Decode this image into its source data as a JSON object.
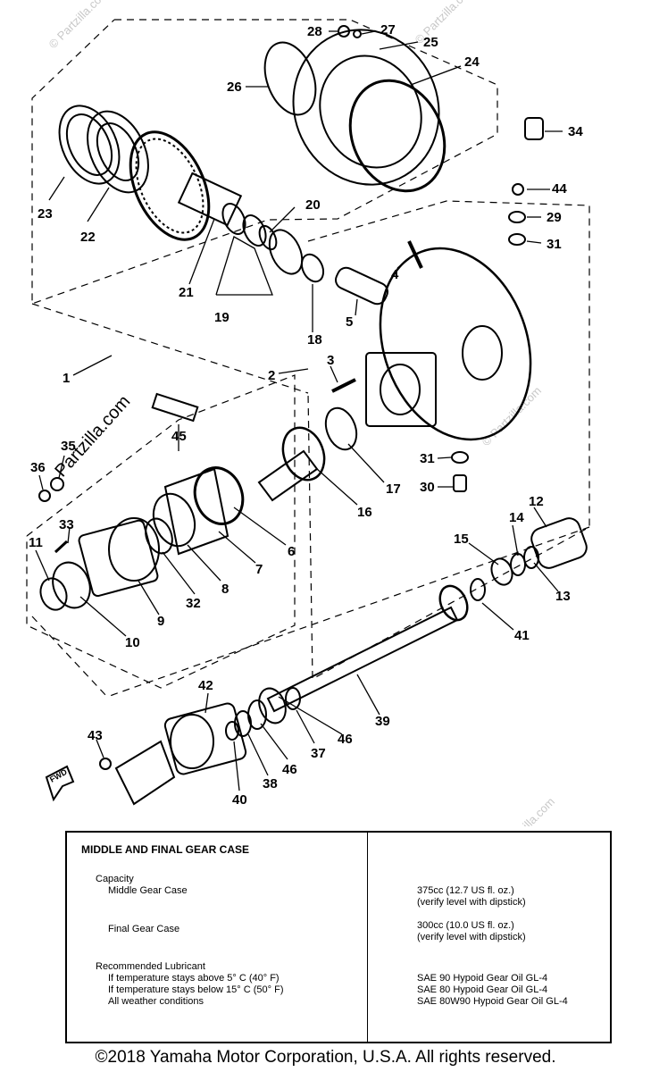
{
  "watermark": "© Partzilla.com",
  "watermark_brand": "Partzilla.com",
  "fwd_label": "FWD",
  "callouts": [
    "1",
    "2",
    "3",
    "4",
    "5",
    "6",
    "7",
    "8",
    "9",
    "10",
    "11",
    "12",
    "13",
    "14",
    "15",
    "16",
    "17",
    "18",
    "19",
    "20",
    "21",
    "22",
    "23",
    "24",
    "25",
    "26",
    "27",
    "28",
    "29",
    "30",
    "31",
    "31",
    "32",
    "33",
    "34",
    "35",
    "36",
    "37",
    "38",
    "39",
    "40",
    "41",
    "42",
    "43",
    "44",
    "45",
    "46",
    "46"
  ],
  "spec": {
    "title": "MIDDLE AND FINAL GEAR CASE",
    "capacity": "Capacity",
    "middle_case": "Middle Gear Case",
    "final_case": "Final Gear Case",
    "lubricant": "Recommended Lubricant",
    "cond_above": "If temperature stays above 5° C (40° F)",
    "cond_below": "If temperature stays below 15° C (50° F)",
    "cond_all": "All weather conditions",
    "middle_qty": "375cc (12.7 US fl. oz.)",
    "middle_note": "(verify level with dipstick)",
    "final_qty": "300cc (10.0 US fl. oz.)",
    "final_note": "(verify level with dipstick)",
    "oil_1": "SAE 90 Hypoid Gear Oil GL-4",
    "oil_2": "SAE 80 Hypoid Gear Oil GL-4",
    "oil_3": "SAE 80W90 Hypoid Gear Oil GL-4"
  },
  "copyright": "©2018  Yamaha Motor Corporation, U.S.A. All rights reserved."
}
